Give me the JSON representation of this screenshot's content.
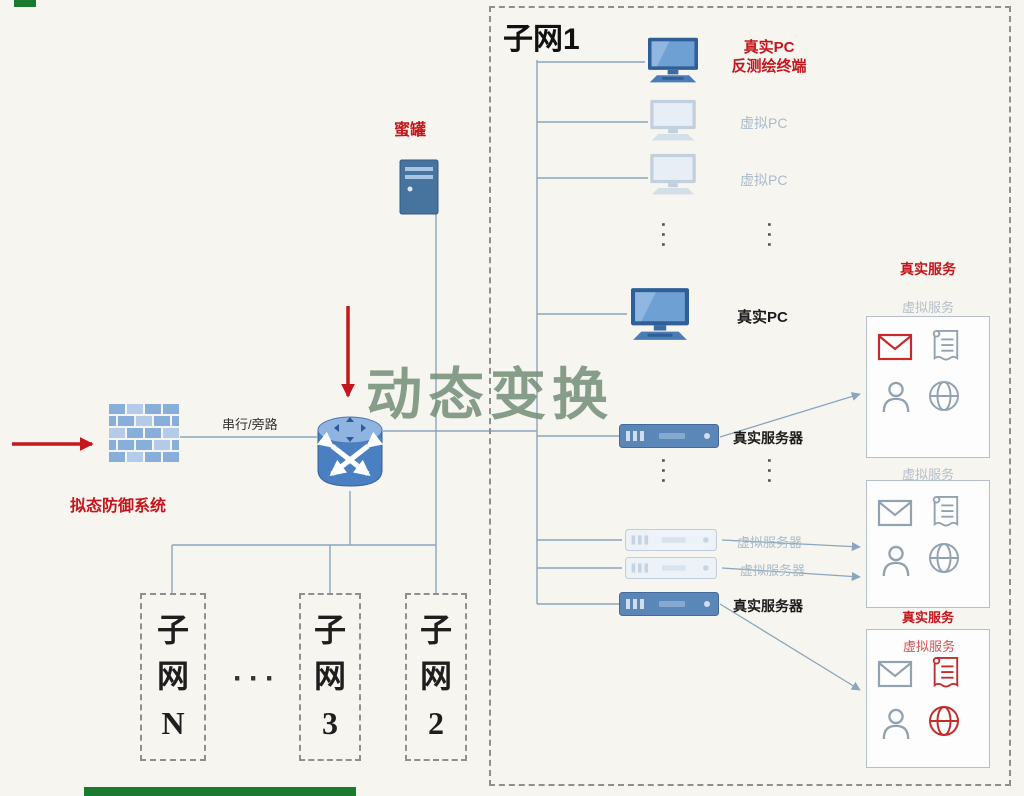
{
  "watermark": "动态变换",
  "left_zone": {
    "defense_label": "拟态防御系统",
    "link_label": "串行/旁路",
    "honeypot_label": "蜜罐"
  },
  "bottom_subnets": {
    "items": [
      "子网N",
      "子网3",
      "子网2"
    ],
    "ellipsis": "···"
  },
  "subnet1": {
    "title": "子网1",
    "vertical_ellipsis": "···",
    "pcs": [
      {
        "label_line1": "真实PC",
        "label_line2": "反测绘终端"
      },
      {
        "label": "虚拟PC"
      },
      {
        "label": "虚拟PC"
      },
      {
        "label": "真实PC"
      }
    ],
    "servers": [
      {
        "label": "真实服务器"
      },
      {
        "label": "虚拟服务器"
      },
      {
        "label": "虚拟服务器"
      },
      {
        "label": "真实服务器"
      }
    ]
  },
  "service_boxes": [
    {
      "outer_label": "真实服务",
      "inner_label": "虚拟服务"
    },
    {
      "inner_label": "虚拟服务"
    },
    {
      "outer_label": "真实服务",
      "inner_label": "虚拟服务"
    }
  ],
  "colors": {
    "real_node_blue": "#4a7cb5",
    "virtual_node_light": "#dce6f0",
    "alert_red": "#c4161c",
    "virtual_label_gray": "#a9bbca",
    "connector_blue_gray": "#8aa5bd",
    "watermark_green": "#76917c"
  }
}
